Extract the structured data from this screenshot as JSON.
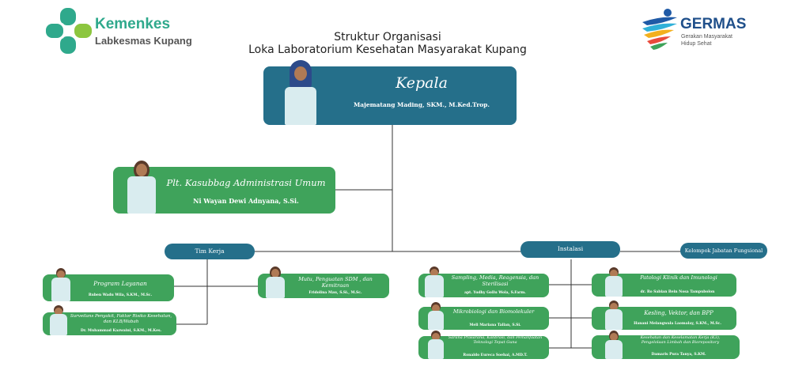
{
  "logo_left": {
    "name": "Kemenkes",
    "sub": "Labkesmas Kupang"
  },
  "logo_right": {
    "name": "GERMAS",
    "sub1": "Gerakan Masyarakat",
    "sub2": "Hidup Sehat"
  },
  "title": {
    "line1": "Struktur Organisasi",
    "line2": "Loka Laboratorium Kesehatan Masyarakat Kupang"
  },
  "head": {
    "role": "Kepala",
    "name": "Majematang Mading, SKM., M.Ked.Trop."
  },
  "admin": {
    "role": "Plt. Kasubbag Administrasi Umum",
    "name": "Ni Wayan Dewi Adnyana, S.Si."
  },
  "branches": {
    "tim_kerja": "Tim Kerja",
    "instalasi": "Instalasi",
    "fungsional": "Kelompok Jabatan Fungsional"
  },
  "tim_kerja_units": [
    {
      "role": "Program Layanan",
      "name": "Ruben Wadu Wila, S.KM., M.Sc."
    },
    {
      "role": "Surveilans Penyakit, Faktor Risiko Kesehatan, dan KLB/Wabah",
      "name": "Dr. Muhammad Kazwaini, S.KM., M.Kes."
    },
    {
      "role": "Mutu, Penguatan SDM , dan Kemitraan",
      "name": "Fridolina Mau, S.Si., M.Sc."
    }
  ],
  "instalasi_units": [
    {
      "role": "Sampling, Media, Reagensia, dan Sterilisasi",
      "name": "apt. Yudhy Gollu Wola, S.Farm."
    },
    {
      "role": "Mikrobiologi dan Biomolekuler",
      "name": "Meli Mariana Tallan, S.Si."
    },
    {
      "role": "Sarana Prasarana, Kalibrasi, dan Pemanfaatan Teknologi Tepat Guna",
      "name": "Ronaldo Eureca Soehai, A.MD.T."
    },
    {
      "role": "Patologi Klinik dan Imunologi",
      "name": "dr. Ro Sabian Bein Nosa  Tampubolon"
    },
    {
      "role": "Kesling, Vektor, dan BPP",
      "name": "Hanani Melangwala Laomalay, S.KM., M.Sc."
    },
    {
      "role": "Kesehatan dan Keselamatan Kerja (K3), Pengelolaan Limbah dan Biorepository",
      "name": "Damaris Pura Tanya, S.KM."
    }
  ],
  "colors": {
    "green": "#3fa35b",
    "teal": "#256f8a",
    "logo_green": "#2fa98c"
  }
}
